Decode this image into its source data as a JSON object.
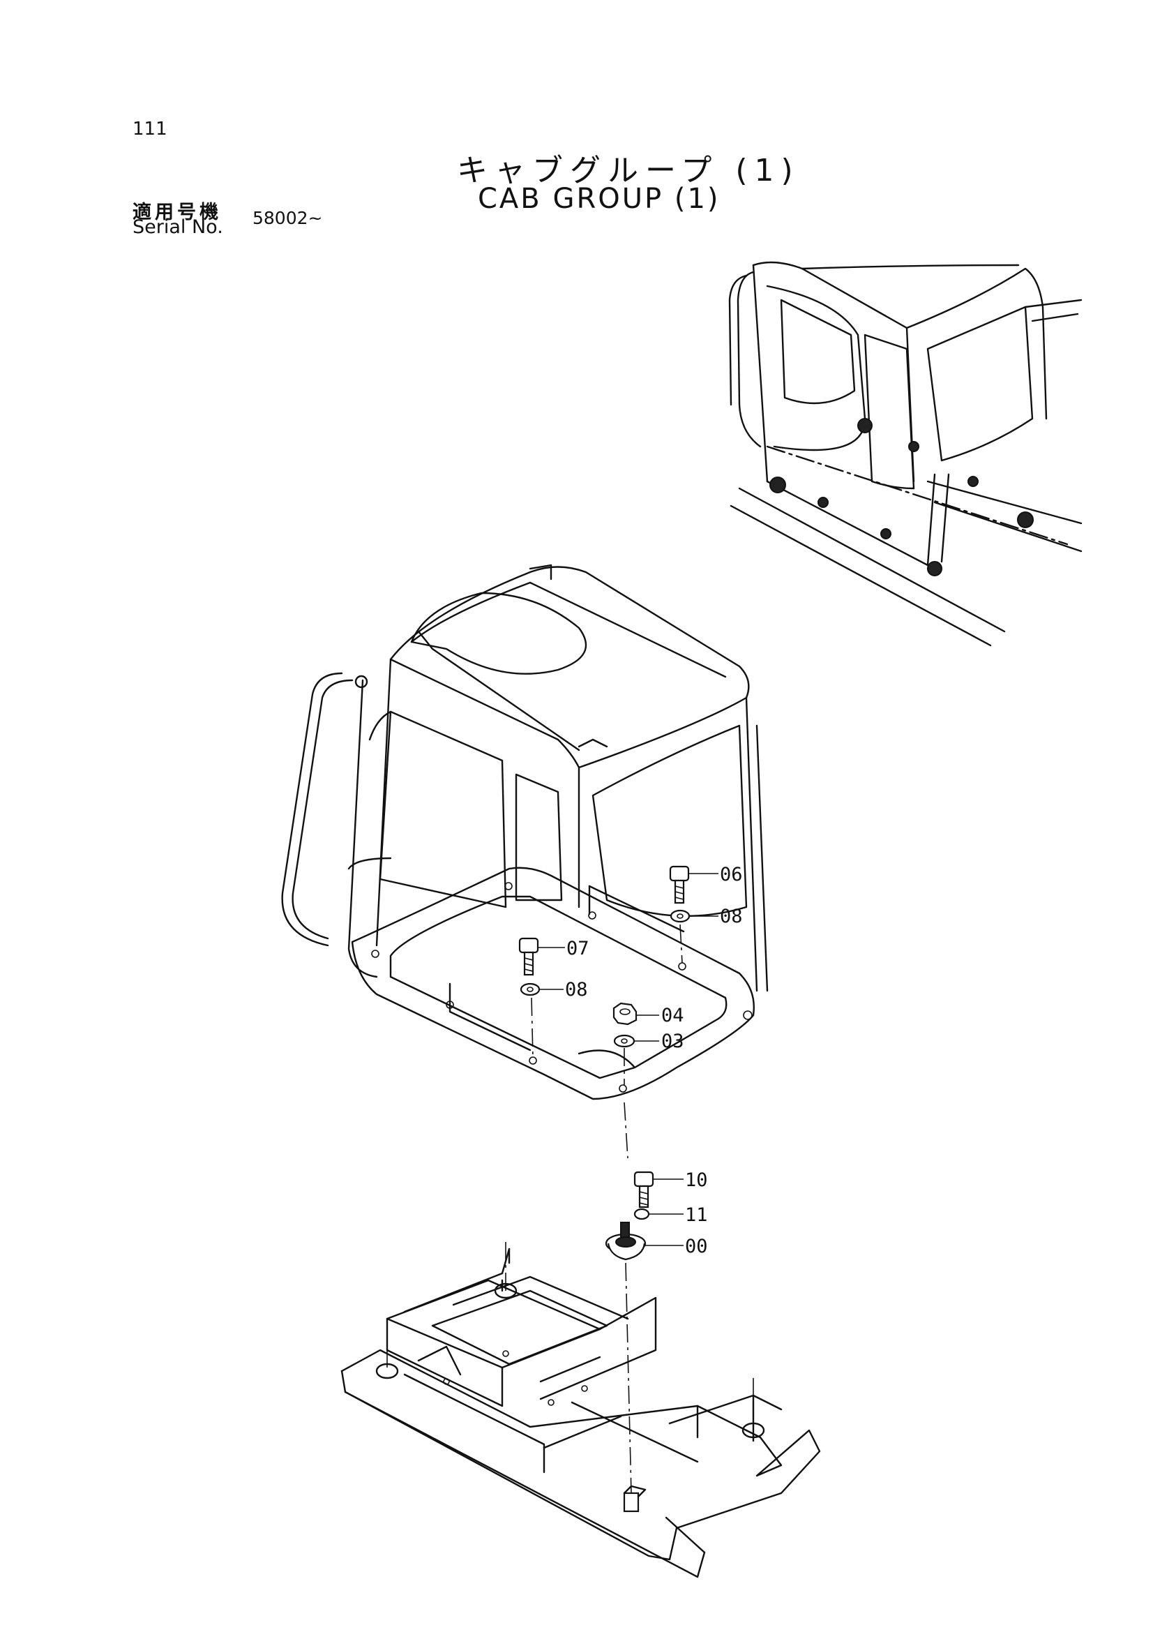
{
  "page_number": "111",
  "title": {
    "japanese": "キャブグループ (1)",
    "english": "CAB GROUP (1)"
  },
  "serial": {
    "label_jp": "適用号機",
    "label_en": "Serial No.",
    "value": "58002~"
  },
  "callouts": [
    {
      "id": "06",
      "text": "06"
    },
    {
      "id": "08a",
      "text": "08"
    },
    {
      "id": "07",
      "text": "07"
    },
    {
      "id": "08b",
      "text": "08"
    },
    {
      "id": "04",
      "text": "04"
    },
    {
      "id": "03",
      "text": "03"
    },
    {
      "id": "10",
      "text": "10"
    },
    {
      "id": "11",
      "text": "11"
    },
    {
      "id": "00",
      "text": "00"
    }
  ]
}
